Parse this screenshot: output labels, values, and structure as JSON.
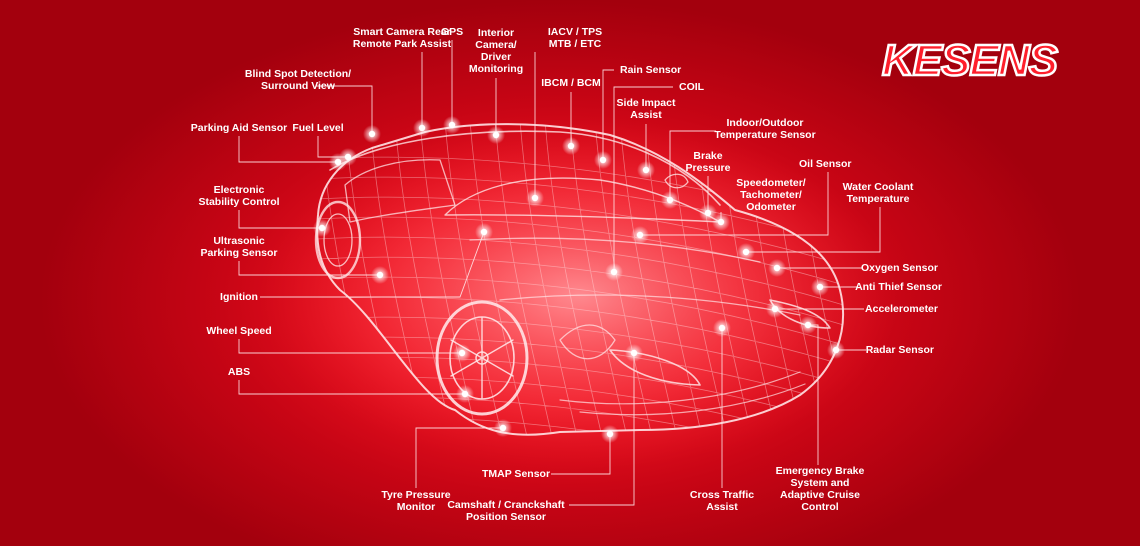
{
  "brand": {
    "logo_text": "KESENS"
  },
  "labels": [
    {
      "id": "smart-camera",
      "text": "Smart Camera Rear\nRemote Park Assist"
    },
    {
      "id": "gps",
      "text": "GPS"
    },
    {
      "id": "interior-camera",
      "text": "Interior\nCamera/\nDriver\nMonitoring"
    },
    {
      "id": "iacv",
      "text": "IACV / TPS\nMTB / ETC"
    },
    {
      "id": "rain-sensor",
      "text": "Rain Sensor"
    },
    {
      "id": "coil",
      "text": "COIL"
    },
    {
      "id": "ibcm",
      "text": "IBCM / BCM"
    },
    {
      "id": "side-impact",
      "text": "Side Impact\nAssist"
    },
    {
      "id": "indoor-outdoor",
      "text": "Indoor/Outdoor\nTemperature Sensor"
    },
    {
      "id": "brake-pressure",
      "text": "Brake\nPressure"
    },
    {
      "id": "oil-sensor",
      "text": "Oil Sensor"
    },
    {
      "id": "speedometer",
      "text": "Speedometer/\nTachometer/\nOdometer"
    },
    {
      "id": "water-coolant",
      "text": "Water Coolant\nTemperature"
    },
    {
      "id": "blind-spot",
      "text": "Blind Spot Detection/\nSurround View"
    },
    {
      "id": "parking-aid",
      "text": "Parking Aid Sensor"
    },
    {
      "id": "fuel-level",
      "text": "Fuel Level"
    },
    {
      "id": "esc",
      "text": "Electronic\nStability Control"
    },
    {
      "id": "ultrasonic",
      "text": "Ultrasonic\nParking Sensor"
    },
    {
      "id": "ignition",
      "text": "Ignition"
    },
    {
      "id": "wheel-speed",
      "text": "Wheel Speed"
    },
    {
      "id": "abs",
      "text": "ABS"
    },
    {
      "id": "oxygen",
      "text": "Oxygen Sensor"
    },
    {
      "id": "anti-thief",
      "text": "Anti Thief Sensor"
    },
    {
      "id": "accelerometer",
      "text": "Accelerometer"
    },
    {
      "id": "radar",
      "text": "Radar Sensor"
    },
    {
      "id": "tmap",
      "text": "TMAP Sensor"
    },
    {
      "id": "tyre-pressure",
      "text": "Tyre Pressure\nMonitor"
    },
    {
      "id": "camshaft",
      "text": "Camshaft / Cranckshaft\nPosition Sensor"
    },
    {
      "id": "cross-traffic",
      "text": "Cross Traffic\nAssist"
    },
    {
      "id": "emergency-brake",
      "text": "Emergency Brake\nSystem and\nAdaptive Cruise\nControl"
    }
  ]
}
